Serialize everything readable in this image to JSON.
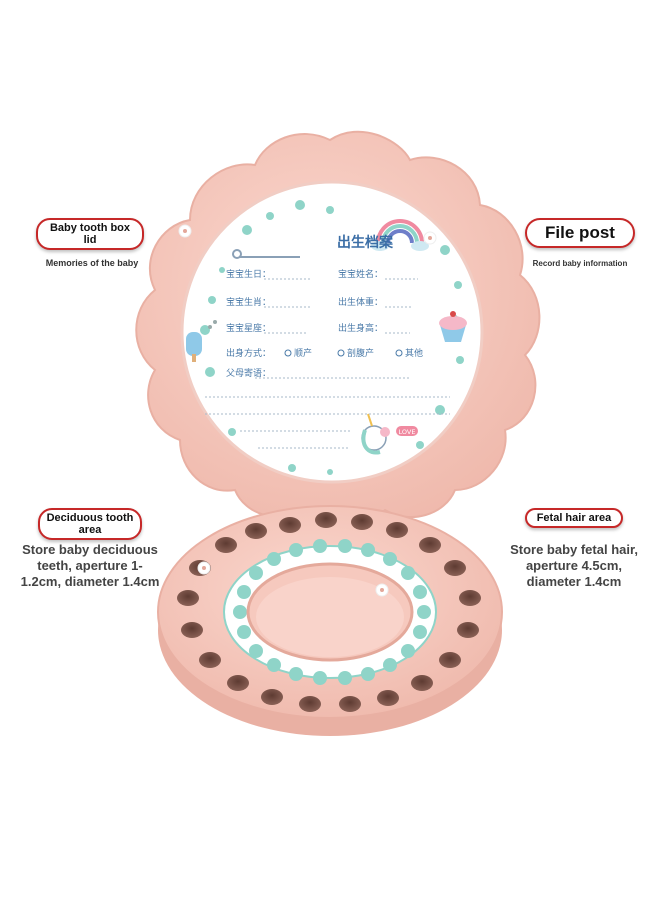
{
  "labels": {
    "lid": {
      "title": "Baby tooth box lid",
      "caption": "Memories of the baby"
    },
    "file": {
      "title": "File post",
      "caption": "Record baby information"
    },
    "teeth": {
      "title": "Deciduous tooth area",
      "caption": "Store baby deciduous teeth, aperture 1-1.2cm, diameter 1.4cm"
    },
    "hair": {
      "title": "Fetal hair area",
      "caption": "Store baby fetal hair, aperture 4.5cm, diameter 1.4cm"
    }
  },
  "card": {
    "title": "出生档案",
    "fields": {
      "birthday": "宝宝生日：",
      "name": "宝宝姓名：",
      "zodiac": "宝宝生肖：",
      "weight": "出生体重：",
      "constellation": "宝宝星座：",
      "height": "出生身高：",
      "delivery": "出身方式：",
      "natural": "顺产",
      "cesarean": "剖腹产",
      "other": "其他",
      "message": "父母寄语："
    },
    "badge": "LOVE"
  },
  "colors": {
    "box_pink": "#f6c9be",
    "box_shadow": "#e9b0a3",
    "hole": "#7a5449",
    "mint": "#8fd4c8",
    "label_border": "#c62828"
  }
}
